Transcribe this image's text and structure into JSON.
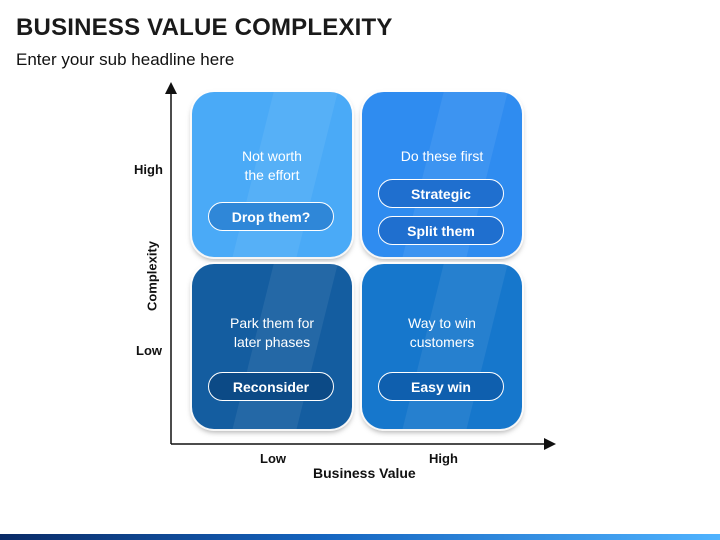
{
  "title": "BUSINESS VALUE COMPLEXITY",
  "subtitle": "Enter your sub headline here",
  "y_axis": {
    "title": "Complexity",
    "high": "High",
    "low": "Low"
  },
  "x_axis": {
    "title": "Business Value",
    "low": "Low",
    "high": "High"
  },
  "quadrants": {
    "top_left": {
      "text": "Not worth\nthe effort",
      "buttons": [
        "Drop them?"
      ],
      "color": "#4aaaf7",
      "button_color": "#2f87d8"
    },
    "top_right": {
      "text": "Do these first",
      "buttons": [
        "Strategic",
        "Split them"
      ],
      "color": "#2f8cf0",
      "button_color": "#1f6fcf"
    },
    "bottom_left": {
      "text": "Park them for\nlater phases",
      "buttons": [
        "Reconsider"
      ],
      "color": "#145da0",
      "button_color": "#0c4a86"
    },
    "bottom_right": {
      "text": "Way to win\ncustomers",
      "buttons": [
        "Easy win"
      ],
      "color": "#1677cc",
      "button_color": "#0f5fae"
    }
  }
}
